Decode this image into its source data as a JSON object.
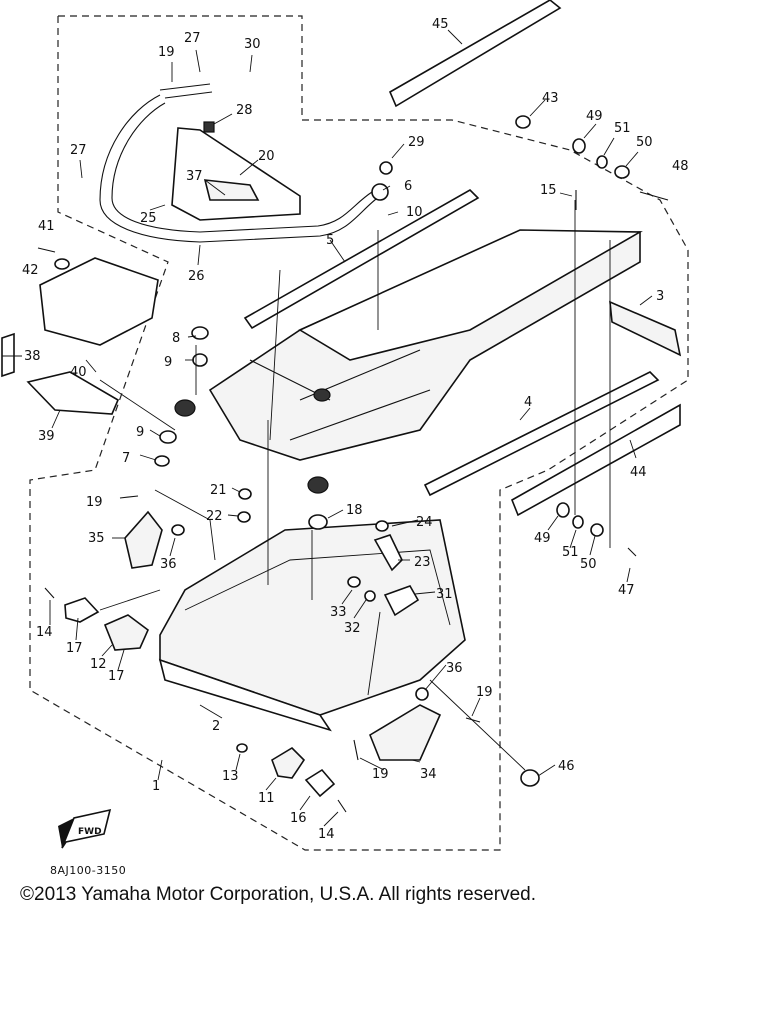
{
  "diagram": {
    "part_numbers": [
      "45",
      "19",
      "27",
      "30",
      "28",
      "27",
      "20",
      "37",
      "25",
      "26",
      "29",
      "6",
      "10",
      "43",
      "49",
      "51",
      "50",
      "48",
      "15",
      "41",
      "42",
      "5",
      "3",
      "38",
      "40",
      "39",
      "8",
      "9",
      "9",
      "7",
      "4",
      "44",
      "21",
      "22",
      "18",
      "24",
      "19",
      "35",
      "36",
      "23",
      "31",
      "49",
      "51",
      "50",
      "47",
      "14",
      "17",
      "12",
      "17",
      "33",
      "32",
      "36",
      "19",
      "2",
      "13",
      "11",
      "16",
      "14",
      "19",
      "34",
      "46",
      "1"
    ],
    "fwd_label": "FWD",
    "diagram_code": "8AJ100-3150"
  },
  "footer": {
    "copyright": "©2013 Yamaha Motor Corporation, U.S.A. All rights reserved."
  }
}
